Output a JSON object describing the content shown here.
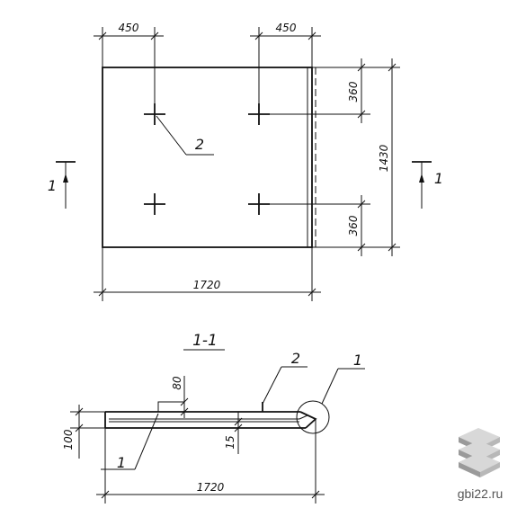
{
  "plan": {
    "top_left_dim": "450",
    "top_right_dim": "450",
    "right_top_dim": "360",
    "right_bottom_dim": "360",
    "height_dim": "1430",
    "width_dim": "1720",
    "callout_label": "2",
    "section_mark_left": "1",
    "section_mark_right": "1"
  },
  "section": {
    "title": "1-1",
    "dim_80": "80",
    "dim_100": "100",
    "dim_15": "15",
    "width_dim": "1720",
    "callout_1_left": "1",
    "callout_2": "2",
    "callout_1_right": "1"
  },
  "watermark": {
    "site": "gbi22.ru",
    "logo_icon": "stacked-slabs-icon"
  },
  "colors": {
    "line": "#111111",
    "logo_light": "#d8d8d8",
    "logo_dark": "#9a9a9a",
    "site_text": "#555555"
  }
}
